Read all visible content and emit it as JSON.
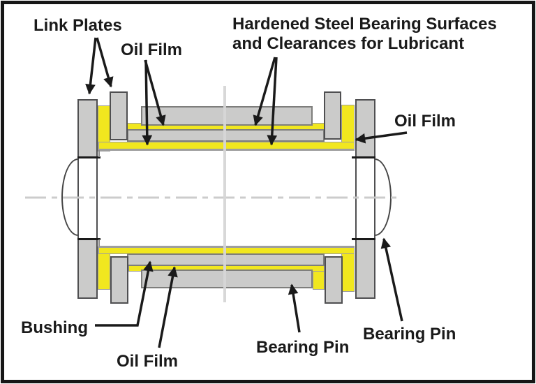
{
  "figure": {
    "type": "technical-cross-section-diagram",
    "subject": "Chain joint bearing surfaces and lubrication"
  },
  "labels": {
    "link_plates": "Link Plates",
    "oil_film_top": "Oil Film",
    "heading_line1": "Hardened Steel Bearing Surfaces",
    "heading_line2": "and Clearances for Lubricant",
    "oil_film_right": "Oil Film",
    "bushing": "Bushing",
    "oil_film_bottom": "Oil Film",
    "bearing_pin_bottom": "Bearing Pin",
    "bearing_pin_right": "Bearing Pin"
  },
  "colors": {
    "oil_film_yellow": "#F1E71F",
    "steel_gray": "#CBCBCA",
    "plate_border": "#4F4F51",
    "part_border": "#7E7E7C",
    "film_border": "#9E9E9E",
    "construction_line": "#C9C9C9",
    "arrow_black": "#1A1A1A",
    "frame_border": "#161616",
    "background": "#FFFFFF"
  },
  "parts": [
    "outer-link-plate-left",
    "inner-link-plate-left",
    "outer-link-plate-right",
    "inner-link-plate-right",
    "bushing-wall-top",
    "bushing-wall-bottom",
    "bearing-pin-surface-top",
    "bearing-pin-surface-bottom",
    "bearing-pin-body",
    "pin-rivet-head-left",
    "pin-rivet-head-right",
    "oil-film-top-outer",
    "oil-film-top-inner",
    "oil-film-bottom-inner",
    "oil-film-bottom-outer",
    "oil-film-side-left",
    "oil-film-side-right"
  ]
}
